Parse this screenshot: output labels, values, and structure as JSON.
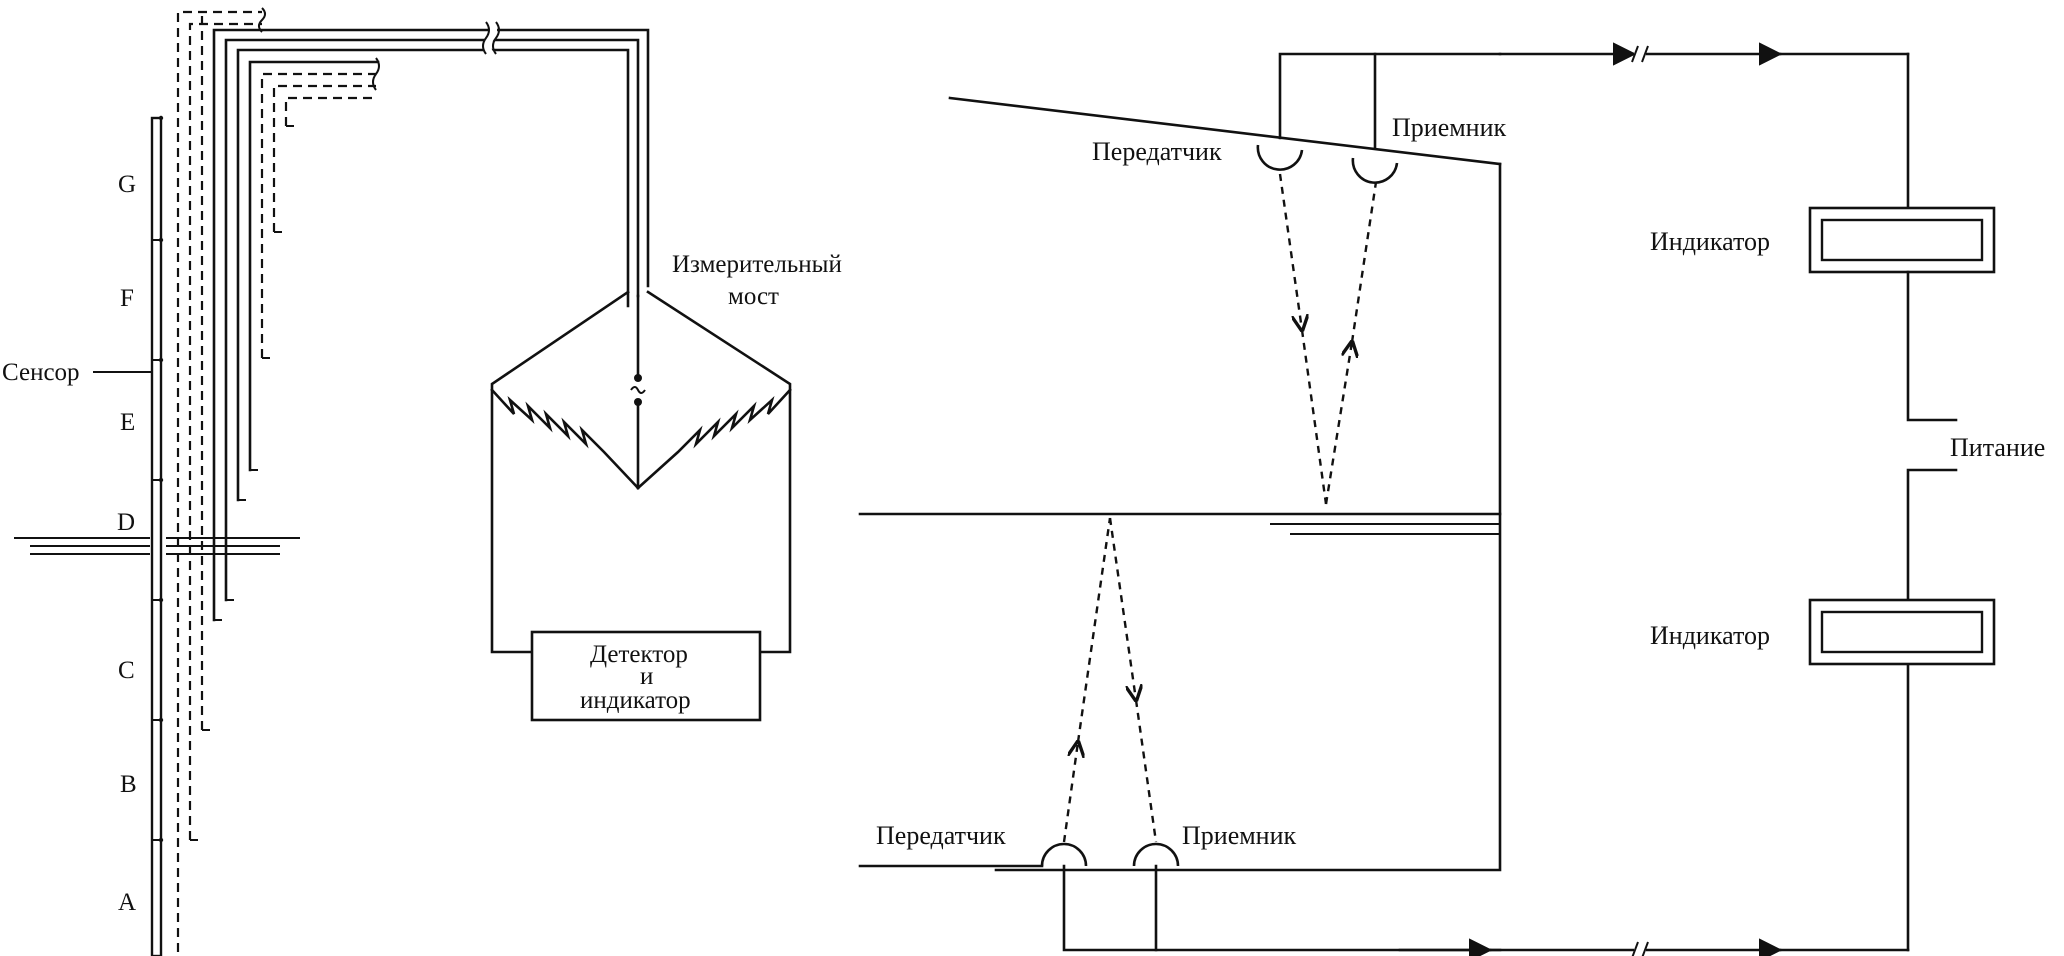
{
  "sensor_labels": {
    "G": "G",
    "F": "F",
    "E": "E",
    "D": "D",
    "C": "C",
    "B": "B",
    "A": "A"
  },
  "labels": {
    "sensor": "Сенсор",
    "bridge_line1": "Измерительный",
    "bridge_line2": "мост",
    "detector_line1": "Детектор",
    "detector_line2": "и",
    "detector_line3": "индикатор",
    "transmitter_top": "Передатчик",
    "receiver_top": "Приемник",
    "transmitter_bottom": "Передатчик",
    "receiver_bottom": "Приемник",
    "indicator_top": "Индикатор",
    "indicator_bottom": "Индикатор",
    "power": "Питание"
  },
  "icons": [
    "ac-source-icon",
    "resistor-icon",
    "arrow-right-icon",
    "line-break-icon"
  ]
}
